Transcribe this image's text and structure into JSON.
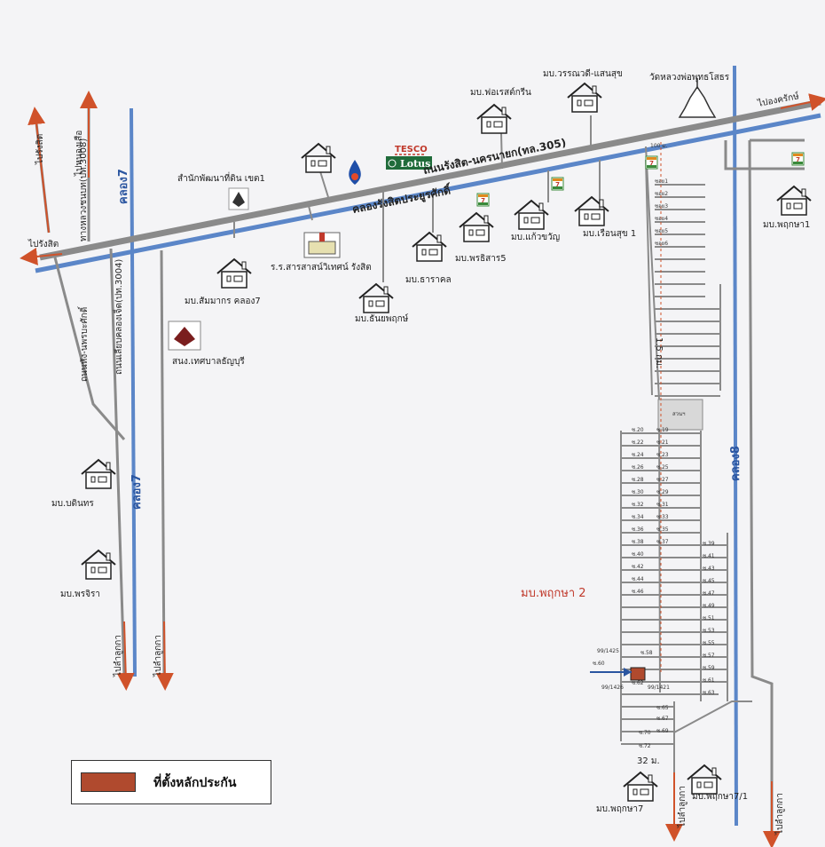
{
  "canals": {
    "klong7_top": "คลอง7",
    "klong7_bottom": "คลอง7",
    "klong8": "คลอง8",
    "rangsit": "คลองรังสิตประยูรศักดิ์"
  },
  "roads": {
    "main": "ถนนรังสิต-นครนายก(ทล.305)",
    "road_3008": "ทางหลวงชนบท(ปท.3008)",
    "road_3004": "ถนนเลียบคลองเจ็ด(ปท.3004)",
    "road_left_vertical": "ถนนหัง-นพรบะศักดิ์"
  },
  "directions": {
    "to_rangsit": "ไปรังสิต",
    "to_rangsit_top": "ไปรังสิต",
    "to_nongsua": "ไปหนองเสือ",
    "to_ongkharak": "ไปองครักษ์",
    "to_lamlukka_1": "ไปลำลูกกา",
    "to_lamlukka_2": "ไปลำลูกกา",
    "to_lamlukka_3": "ไปลำลูกกา",
    "to_lamlukka_4": "ไปลำลูกกา"
  },
  "landmarks": {
    "tesco": "TESCO",
    "lotus": "Lotus",
    "land_office": "สำนักพัฒนาที่ดิน เขต1",
    "school": "ร.ร.สารสาสน์วิเทศน์ รังสิต",
    "municipality": "สนง.เทศบาลธัญบุรี",
    "temple": "วัดหลวงพ่อพุทธโสธร",
    "park": "สวนฯ"
  },
  "villages": [
    "มบ.สัมมากร คลอง7",
    "มบ.ธันยพฤกษ์",
    "มบ.ธาราคล",
    "มบ.พรธิสาร5",
    "มบ.แก้วขวัญ",
    "มบ.เรือนสุข 1",
    "มบ.ฟอเรสต์กรีน",
    "มบ.วรรณวดี-แสนสุข",
    "มบ.พฤกษา1",
    "มบ.บดินทร",
    "มบ.พรจิรา",
    "มบ.พฤกษา7",
    "มบ.พฤกษา7/1"
  ],
  "project_name": "มบ.พฤกษา 2",
  "distances": {
    "d100": "100 ม.",
    "d15km": "1.5 กม.",
    "d32": "32 ม."
  },
  "sois_top": [
    "ซอย1",
    "ซอย2",
    "ซอย3",
    "ซอย4",
    "ซอย5",
    "ซอย6"
  ],
  "sois_left": [
    "ซ.20",
    "ซ.22",
    "ซ.24",
    "ซ.26",
    "ซ.28",
    "ซ.30",
    "ซ.32",
    "ซ.34",
    "ซ.36",
    "ซ.38",
    "ซ.40",
    "ซ.42",
    "ซ.44",
    "ซ.46"
  ],
  "sois_mid": [
    "ซ.19",
    "ซ.21",
    "ซ.23",
    "ซ.25",
    "ซ.27",
    "ซ.29",
    "ซ.31",
    "ซ.33",
    "ซ.35",
    "ซ.37"
  ],
  "sois_right": [
    "ซ.39",
    "ซ.41",
    "ซ.43",
    "ซ.45",
    "ซ.47",
    "ซ.49",
    "ซ.51",
    "ซ.53",
    "ซ.55",
    "ซ.57",
    "ซ.59",
    "ซ.61",
    "ซ.63"
  ],
  "sois_lower": [
    "ซ.58",
    "ซ.60",
    "ซ.62",
    "ซ.65",
    "ซ.67",
    "ซ.69",
    "ซ.70",
    "ซ.72"
  ],
  "plots": [
    "99/1425",
    "99/1426",
    "99/1421"
  ],
  "legend": {
    "label": "ที่ตั้งหลักประกัน"
  },
  "colors": {
    "canal": "#5b86c8",
    "road": "#8a8a8a",
    "arrow": "#d0522a",
    "collateral": "#b04a2e",
    "seven_eleven": "#3a8a3a"
  }
}
